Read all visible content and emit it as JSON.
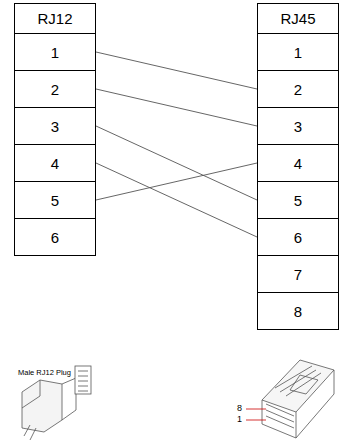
{
  "diagram": {
    "nodes": [
      {
        "text": [
          "RJ12"
        ]
      },
      {
        "text": [
          "1"
        ]
      },
      {
        "text": [
          "2"
        ]
      },
      {
        "text": [
          "3"
        ]
      },
      {
        "text": [
          "4"
        ]
      },
      {
        "text": [
          "5"
        ]
      },
      {
        "text": [
          "6"
        ]
      },
      {
        "text": [
          "RJ45"
        ]
      },
      {
        "text": [
          "1"
        ]
      },
      {
        "text": [
          "2"
        ]
      },
      {
        "text": [
          "3"
        ]
      },
      {
        "text": [
          "4"
        ]
      },
      {
        "text": [
          "5"
        ]
      },
      {
        "text": [
          "6"
        ]
      },
      {
        "text": [
          "7"
        ]
      },
      {
        "text": [
          "8"
        ]
      }
    ],
    "edges": [
      {
        "from": 1,
        "to": 9,
        "arrow": "none"
      },
      {
        "from": 2,
        "to": 10,
        "arrow": "none"
      },
      {
        "from": 3,
        "to": 12,
        "arrow": "none"
      },
      {
        "from": 4,
        "to": 13,
        "arrow": "none"
      },
      {
        "from": 5,
        "to": 11,
        "arrow": "none"
      }
    ],
    "labels": [
      "Male RJ12 Plug",
      "8",
      "1"
    ]
  }
}
